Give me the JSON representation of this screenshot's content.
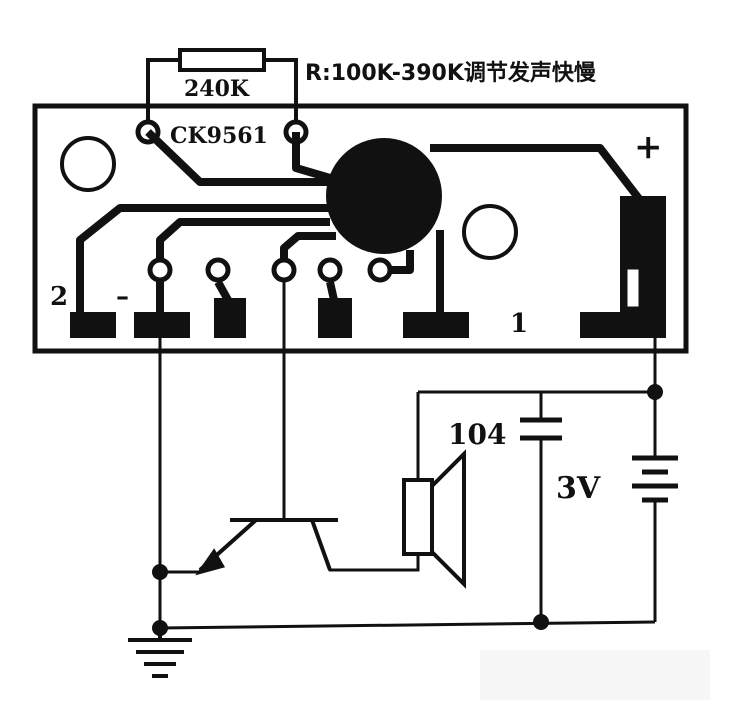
{
  "labels": {
    "resistor_value": "240K",
    "resistor_note": "R:100K-390K调节发声快慢",
    "chip_name": "CK9561",
    "plus_sign": "+",
    "pin2": "2",
    "minus_sign": "–",
    "pin1": "1",
    "capacitor_value": "104",
    "battery_voltage": "3V"
  },
  "colors": {
    "ink": "#111111",
    "background": "#ffffff"
  }
}
